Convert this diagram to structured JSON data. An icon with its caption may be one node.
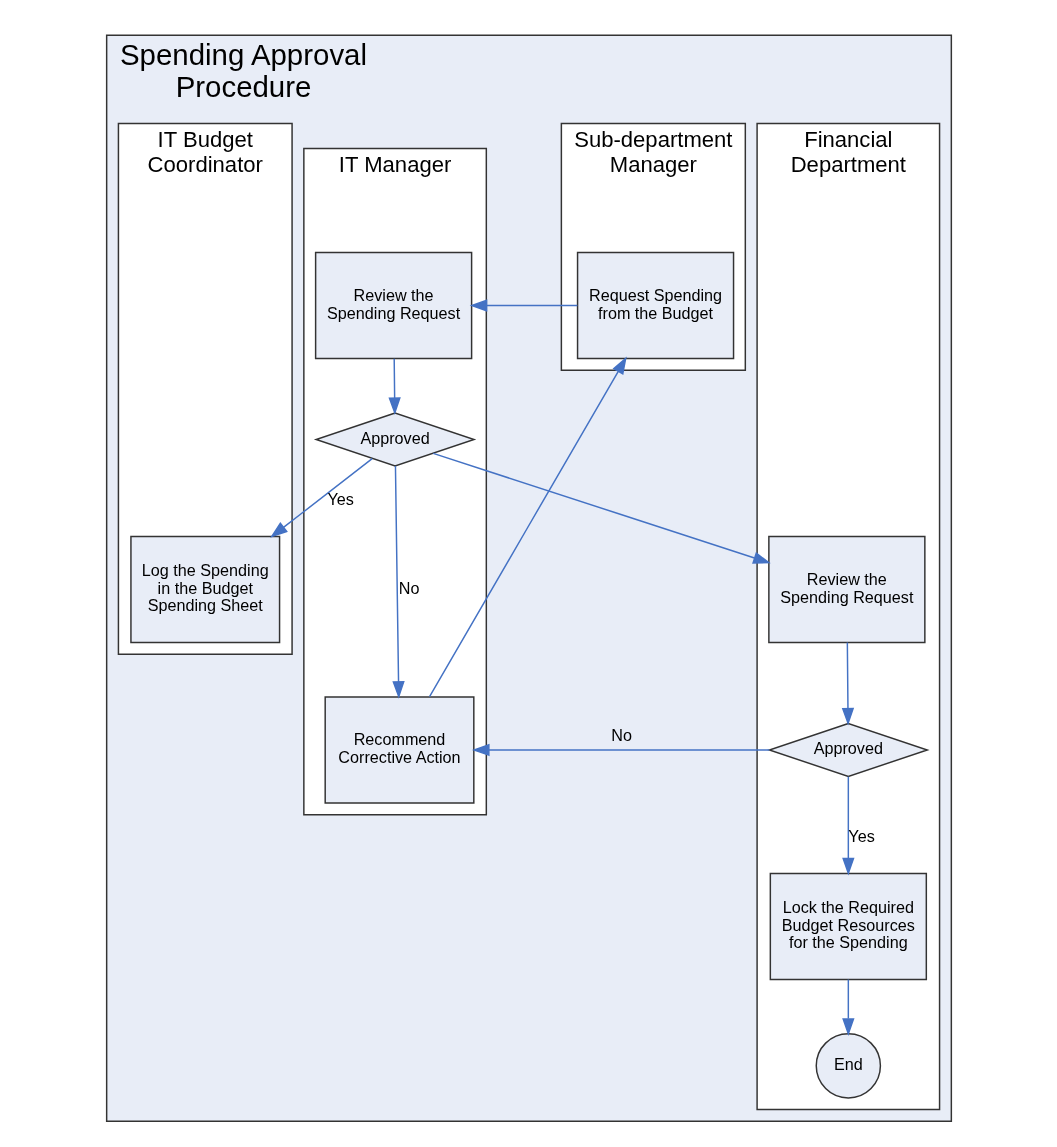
{
  "diagram": {
    "nodes": [
      {
        "text": [
          "Spending Approval Procedure"
        ]
      },
      {
        "text": [
          "Sub-department Manager"
        ],
        "in": 0
      },
      {
        "text": [
          "IT Manager"
        ],
        "in": 0
      },
      {
        "text": [
          "IT Budget Coordinator"
        ],
        "in": 0
      },
      {
        "text": [
          "Financial Department"
        ],
        "in": 0
      },
      {
        "text": [
          "Request Spending from the Budget"
        ],
        "in": 1
      },
      {
        "text": [
          "Review the Spending Request"
        ],
        "in": 2
      },
      {
        "text": [
          "Approved"
        ],
        "in": 2
      },
      {
        "text": [
          "Log the Spending in the Budget Spending Sheet"
        ],
        "in": 3
      },
      {
        "text": [
          "Review the Spending Request"
        ],
        "in": 4
      },
      {
        "text": [
          "Recommend Corrective Action"
        ],
        "in": 2
      },
      {
        "text": [
          "Approved"
        ],
        "in": 4
      },
      {
        "text": [
          "Lock the Required Budget Resources for the Spending"
        ],
        "in": 4
      },
      {
        "text": [
          "End"
        ],
        "in": 4
      }
    ],
    "edges": [
      {
        "from": 5,
        "to": 6,
        "arrow": "to"
      },
      {
        "from": 6,
        "to": 7,
        "arrow": "to"
      },
      {
        "from": 7,
        "to": 8,
        "arrow": "to",
        "label": "Yes"
      },
      {
        "from": 7,
        "to": 9,
        "arrow": "to"
      },
      {
        "from": 7,
        "to": 10,
        "arrow": "to",
        "label": "No"
      },
      {
        "from": 9,
        "to": 11,
        "arrow": "to"
      },
      {
        "from": 11,
        "to": 10,
        "arrow": "to",
        "label": "No"
      },
      {
        "from": 11,
        "to": 12,
        "arrow": "to",
        "label": "Yes"
      },
      {
        "from": 10,
        "to": 5,
        "arrow": "to"
      },
      {
        "from": 12,
        "to": 13,
        "arrow": "to"
      }
    ]
  }
}
